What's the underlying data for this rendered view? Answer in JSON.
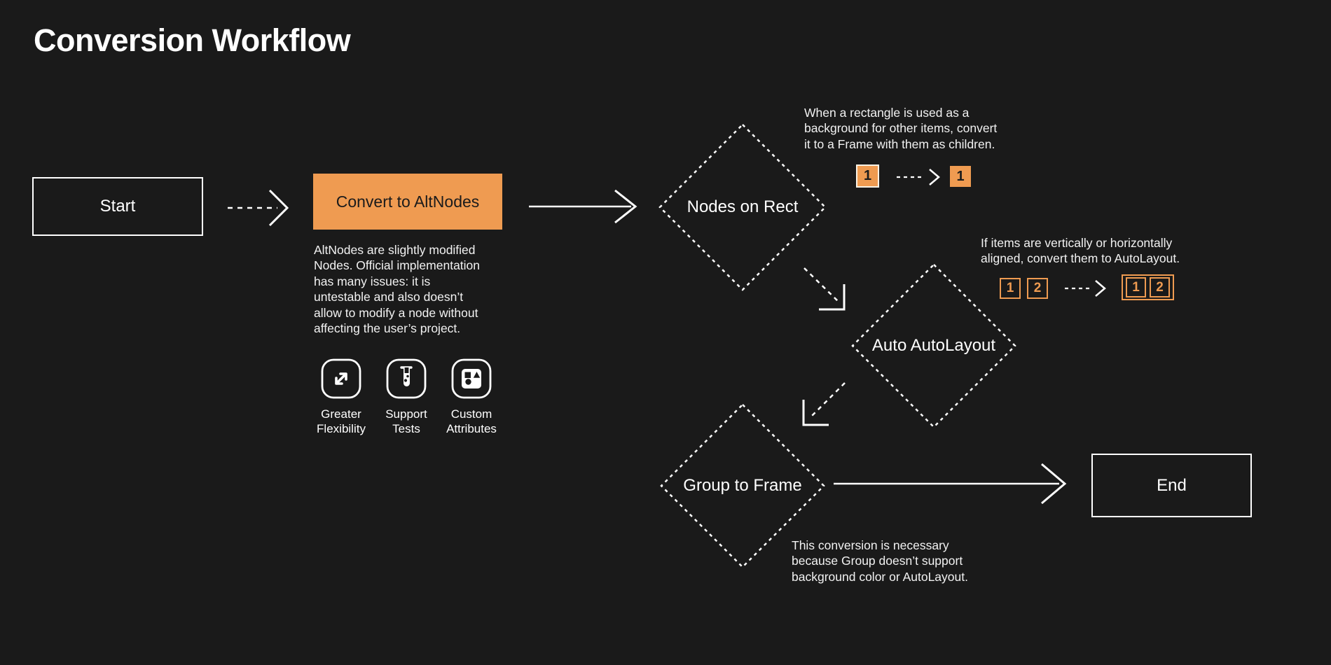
{
  "title": "Conversion Workflow",
  "colors": {
    "background": "#1a1a1a",
    "accent_orange": "#ef9b51",
    "stroke_white": "#ffffff",
    "text": "#f2f2f2"
  },
  "flow": {
    "start": {
      "label": "Start"
    },
    "convert": {
      "label": "Convert to AltNodes",
      "description_lines": [
        "AltNodes are slightly modified",
        "Nodes. Official implementation",
        "has many issues: it is",
        "untestable and also doesn’t",
        "allow to modify a node without",
        "affecting the user’s project."
      ],
      "features": [
        {
          "icon": "expand-arrows-icon",
          "label_lines": [
            "Greater",
            "Flexibility"
          ]
        },
        {
          "icon": "test-tube-icon",
          "label_lines": [
            "Support",
            "Tests"
          ]
        },
        {
          "icon": "shapes-icon",
          "label_lines": [
            "Custom",
            "Attributes"
          ]
        }
      ]
    },
    "nodes_on_rect": {
      "label": "Nodes on Rect"
    },
    "auto_autolayout": {
      "label": "Auto AutoLayout"
    },
    "group_to_frame": {
      "label": "Group to Frame"
    },
    "end": {
      "label": "End"
    }
  },
  "annotations": {
    "nodes_on_rect_note": {
      "lines": [
        "When a rectangle is used as a",
        "background for other items, convert",
        "it to a Frame with them as children."
      ],
      "before_chip": "1",
      "after_chip": "1"
    },
    "auto_autolayout_note": {
      "lines": [
        "If items are vertically or horizontally",
        "aligned, convert them to AutoLayout."
      ],
      "before_chips": [
        "1",
        "2"
      ],
      "after_chips": [
        "1",
        "2"
      ]
    },
    "group_to_frame_note": {
      "lines": [
        "This conversion is necessary",
        "because Group doesn’t support",
        "background color or AutoLayout."
      ]
    }
  }
}
